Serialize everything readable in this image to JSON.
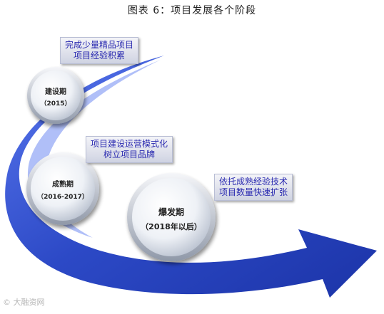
{
  "title": "图表 6：项目发展各个阶段",
  "stages": [
    {
      "name": "建设期",
      "year": "（2015）"
    },
    {
      "name": "成熟期",
      "year": "（2016-2017）"
    },
    {
      "name": "爆发期",
      "year": "（2018年以后）"
    }
  ],
  "notes": [
    {
      "line1": "完成少量精品项目",
      "line2": "项目经验积累"
    },
    {
      "line1": "项目建设运营模式化",
      "line2": "树立项目品牌"
    },
    {
      "line1": "依托成熟经验技术",
      "line2": "项目数量快速扩张"
    }
  ],
  "watermark": "© 大融资网",
  "colors": {
    "arrow": "#2c49c6",
    "arrow_light": "#4d6be8",
    "note_text": "#2a2ab0"
  }
}
